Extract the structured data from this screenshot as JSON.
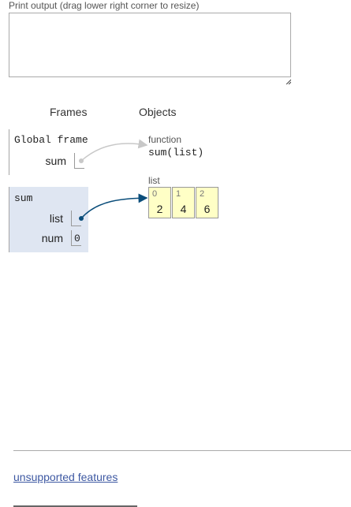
{
  "print_output": {
    "label": "Print output (drag lower right corner to resize)",
    "value": ""
  },
  "headers": {
    "frames": "Frames",
    "objects": "Objects"
  },
  "global_frame": {
    "title": "Global frame",
    "variables": [
      {
        "name": "sum",
        "value": ""
      }
    ]
  },
  "sum_frame": {
    "title": "sum",
    "variables": [
      {
        "name": "list",
        "value": ""
      },
      {
        "name": "num",
        "value": "0"
      }
    ]
  },
  "objects": {
    "function": {
      "type_label": "function",
      "signature": "sum(list)"
    },
    "list": {
      "type_label": "list",
      "items": [
        {
          "index": "0",
          "value": "2"
        },
        {
          "index": "1",
          "value": "4"
        },
        {
          "index": "2",
          "value": "6"
        }
      ]
    }
  },
  "footer": {
    "link_text": "unsupported features"
  },
  "colors": {
    "frame_highlight": "#dfe6f2",
    "list_cell": "#ffffc6",
    "active_pointer": "#0a4d7a",
    "inactive_pointer": "#c8c8c8",
    "link": "#3d58a2"
  }
}
